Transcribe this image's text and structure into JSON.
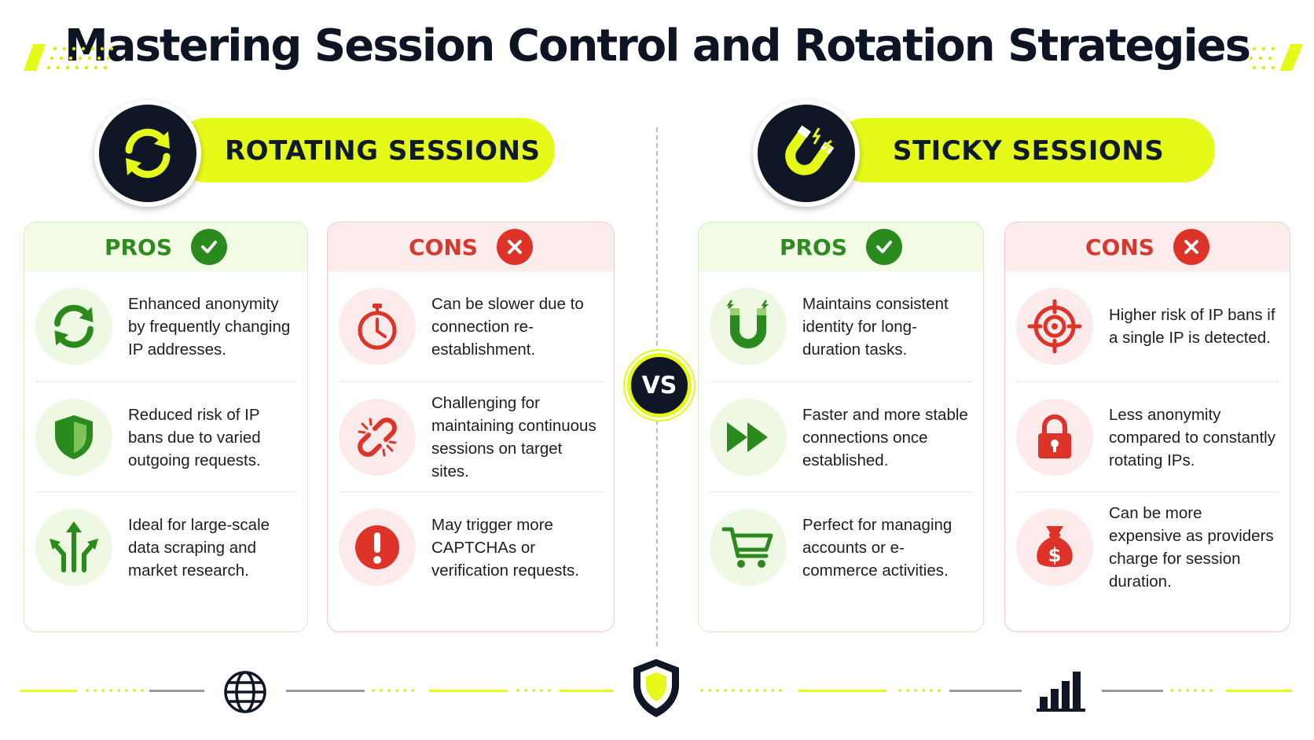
{
  "title": "Mastering Session Control and Rotation Strategies",
  "colors": {
    "accent": "#e6fa1a",
    "navy": "#0f1626",
    "pros_green": "#2b8a1e",
    "cons_red": "#dd3328"
  },
  "vs_label": "VS",
  "sessions": [
    {
      "label": "ROTATING SESSIONS",
      "icon": "refresh-arrows-icon",
      "pros": {
        "label": "PROS",
        "items": [
          {
            "icon": "rotate-arrows-icon",
            "text": "Enhanced anonymity by frequently changing IP addresses."
          },
          {
            "icon": "shield-icon",
            "text": "Reduced risk of IP bans due to varied outgoing requests."
          },
          {
            "icon": "branching-arrows-icon",
            "text": "Ideal for large-scale data scraping and market research."
          }
        ]
      },
      "cons": {
        "label": "CONS",
        "items": [
          {
            "icon": "stopwatch-icon",
            "text": "Can be slower due to connection re-establishment."
          },
          {
            "icon": "broken-link-icon",
            "text": "Challenging for maintaining continuous sessions on target sites."
          },
          {
            "icon": "exclamation-icon",
            "text": "May trigger more CAPTCHAs or verification requests."
          }
        ]
      }
    },
    {
      "label": "STICKY SESSIONS",
      "icon": "magnet-icon",
      "pros": {
        "label": "PROS",
        "items": [
          {
            "icon": "magnet-icon",
            "text": "Maintains consistent identity for long-duration tasks."
          },
          {
            "icon": "fast-forward-icon",
            "text": "Faster and more stable connections once established."
          },
          {
            "icon": "shopping-cart-icon",
            "text": "Perfect for managing accounts or e-commerce activities."
          }
        ]
      },
      "cons": {
        "label": "CONS",
        "items": [
          {
            "icon": "crosshair-target-icon",
            "text": "Higher risk of IP bans if a single IP is detected."
          },
          {
            "icon": "padlock-icon",
            "text": "Less anonymity compared to constantly rotating IPs."
          },
          {
            "icon": "money-bag-icon",
            "text": "Can be more expensive as providers charge for session duration."
          }
        ]
      }
    }
  ],
  "footer": {
    "icons": [
      "globe-icon",
      "shield-icon",
      "bar-chart-icon"
    ]
  }
}
